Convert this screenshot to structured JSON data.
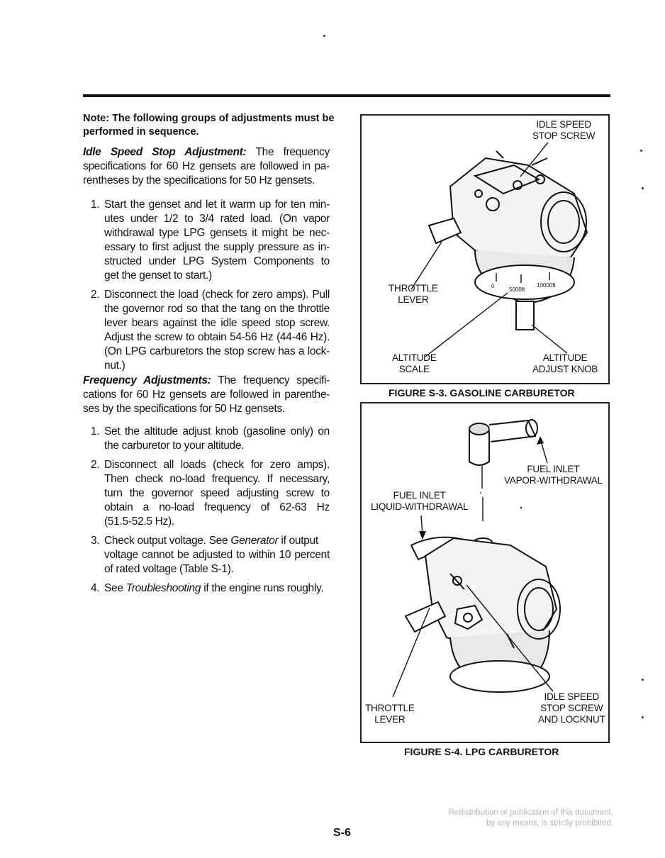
{
  "note": {
    "lines": [
      "Note: The following groups of adjustments must be",
      "performed in sequence."
    ]
  },
  "idle": {
    "heading": "Idle Speed Stop Adjustment:",
    "lines": [
      " The frequency",
      "specifications for 60 Hz gensets are followed in pa-",
      "rentheses by the specifications for 50 Hz gensets."
    ],
    "items": [
      {
        "num": "1.",
        "lines": [
          "Start the genset and let it warm up for ten min-",
          "utes under 1/2 to 3/4 rated load. (On vapor",
          "withdrawal type LPG gensets it might be nec-",
          "essary to first adjust the supply pressure as in-",
          "structed under LPG System Components to",
          "get the genset to start.)"
        ]
      },
      {
        "num": "2.",
        "lines": [
          "Disconnect the load (check for zero amps). Pull",
          "the governor rod so that the tang on the throttle",
          "lever bears against the idle speed stop screw.",
          "Adjust the screw to obtain 54-56 Hz (44-46 Hz).",
          "(On LPG carburetors the stop screw has a lock-",
          "nut.)"
        ]
      }
    ]
  },
  "freq": {
    "heading": "Frequency Adjustments:",
    "lines": [
      " The frequency specifi-",
      "cations for 60 Hz gensets are followed in parenthe-",
      "ses by the specifications for 50 Hz gensets."
    ],
    "items": [
      {
        "num": "1.",
        "lines": [
          "Set the altitude adjust knob (gasoline only) on",
          "the carburetor to your altitude."
        ]
      },
      {
        "num": "2.",
        "lines": [
          "Disconnect all loads (check for zero amps).",
          "Then check no-load frequency. If necessary,",
          "turn the governor speed adjusting screw to",
          "obtain a no-load frequency of 62-63 Hz",
          "(51.5-52.5 Hz)."
        ]
      },
      {
        "num": "3.",
        "pre": "Check output voltage. See ",
        "em": "Generator",
        "post": " if output",
        "lines": [
          "voltage cannot be adjusted to within 10 percent",
          "of rated voltage (Table S-1)."
        ]
      },
      {
        "num": "4.",
        "pre": "See ",
        "em": "Troubleshooting",
        "post": " if the engine runs roughly."
      }
    ]
  },
  "fig3": {
    "caption": "FIGURE S-3. GASOLINE CARBURETOR",
    "labels": {
      "idle_speed": [
        "IDLE SPEED",
        "STOP SCREW"
      ],
      "throttle": [
        "THROTTLE",
        "LEVER"
      ],
      "altitude_scale": [
        "ALTITUDE",
        "SCALE"
      ],
      "altitude_knob": [
        "ALTITUDE",
        "ADJUST KNOB"
      ]
    },
    "dial": [
      "0",
      "5000ft",
      "10000ft"
    ]
  },
  "fig4": {
    "caption": "FIGURE S-4. LPG CARBURETOR",
    "labels": {
      "vapor": [
        "FUEL INLET",
        "VAPOR-WITHDRAWAL"
      ],
      "liquid": [
        "FUEL INLET",
        "LIQUID-WITHDRAWAL"
      ],
      "idle_locknut": [
        "IDLE SPEED",
        "STOP SCREW",
        "AND LOCKNUT"
      ],
      "throttle": [
        "THROTTLE",
        "LEVER"
      ]
    }
  },
  "watermark": [
    "Redistribution or publication of this document,",
    "by any means, is strictly prohibited."
  ],
  "page_number": "S-6"
}
